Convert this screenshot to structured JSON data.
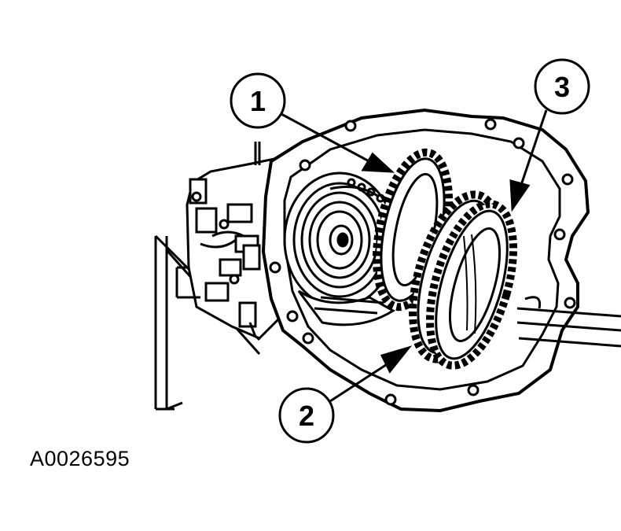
{
  "callouts": [
    {
      "id": "1",
      "label": "1"
    },
    {
      "id": "2",
      "label": "2"
    },
    {
      "id": "3",
      "label": "3"
    }
  ],
  "figure_id": "A0026595",
  "colors": {
    "ink": "#000000",
    "paper": "#ffffff"
  }
}
